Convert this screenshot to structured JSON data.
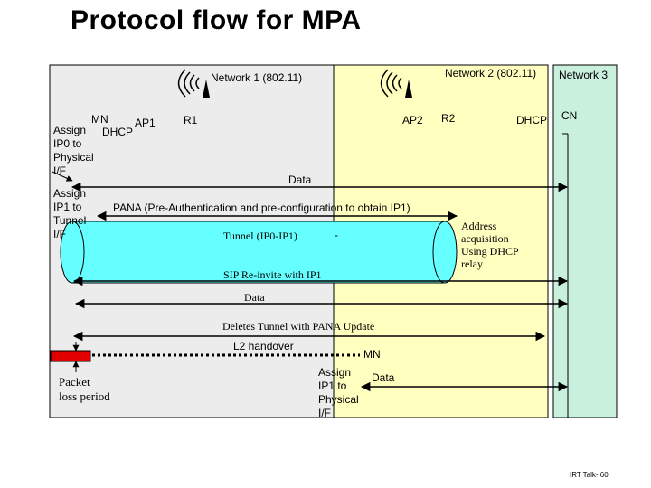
{
  "title": "Protocol flow for MPA",
  "networks": {
    "n1": "Network 1 (802.11)",
    "n2": "Network 2 (802.11)",
    "n3": "Network 3"
  },
  "nodes": {
    "mn": "MN",
    "ap1": "AP1",
    "r1": "R1",
    "ap2": "AP2",
    "r2": "R2",
    "dhcp_left": "DHCP",
    "dhcp_right": "DHCP",
    "cn": "CN"
  },
  "notes": {
    "assign_ip0": [
      "Assign",
      "IP0 to",
      "Physical",
      "I/F"
    ],
    "assign_ip1_tunnel": [
      "Assign",
      "IP1 to",
      "Tunnel",
      "I/F"
    ],
    "address_acq": [
      "Address",
      "acquisition",
      "Using DHCP",
      "relay"
    ],
    "assign_ip1_phys": [
      "Assign",
      "IP1 to",
      "Physical",
      "I/F"
    ],
    "packet_loss": [
      "Packet",
      "loss period"
    ],
    "mn_bottom": "MN"
  },
  "messages": {
    "data1": "Data",
    "pana": "PANA (Pre-Authentication and pre-configuration to obtain IP1)",
    "tunnel": "Tunnel (IP0-IP1)",
    "sip": "SIP Re-invite with IP1",
    "data2": "Data",
    "deletes": "Deletes Tunnel with PANA Update",
    "l2": "L2 handover",
    "data3": "Data",
    "dot": "-"
  },
  "footer": "IRT Talk- 60",
  "colors": {
    "network1_bg": "#ececec",
    "network2_bg": "#ffffc0",
    "network3_bg": "#c8f0dc",
    "tunnel": "#66ffff",
    "loss_box": "#e00000"
  }
}
